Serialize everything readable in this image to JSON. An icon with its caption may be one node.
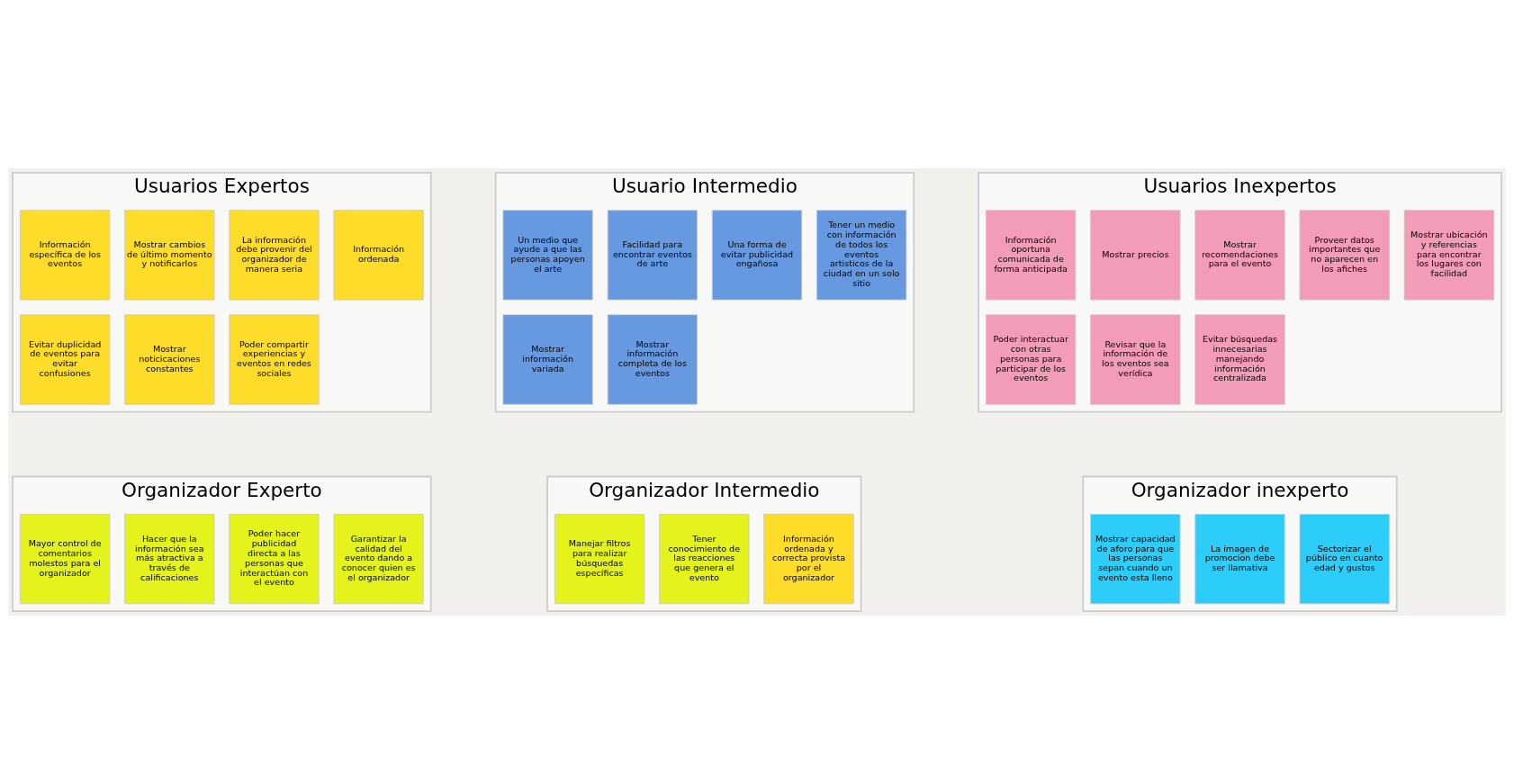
{
  "diagram": {
    "nodes": [
      {
        "text": [
          "Usuarios Expertos"
        ]
      },
      {
        "text": [
          "Información específica de los eventos"
        ],
        "in": 0
      },
      {
        "text": [
          "Mostrar cambios de último momento y notificarlos"
        ],
        "in": 0
      },
      {
        "text": [
          "La información debe provenir del organizador de manera seria"
        ],
        "in": 0
      },
      {
        "text": [
          "Información ordenada"
        ],
        "in": 0
      },
      {
        "text": [
          "Evitar duplicidad de eventos para evitar confusiones"
        ],
        "in": 0
      },
      {
        "text": [
          "Mostrar noticicaciones constantes"
        ],
        "in": 0
      },
      {
        "text": [
          "Poder compartir experiencias y eventos en redes sociales"
        ],
        "in": 0
      },
      {
        "text": [
          "Usuario Intermedio"
        ]
      },
      {
        "text": [
          "Un medio que ayude a que las personas apoyen el arte"
        ],
        "in": 8
      },
      {
        "text": [
          "Facilidad para encontrar eventos de arte"
        ],
        "in": 8
      },
      {
        "text": [
          "Una forma de evitar publicidad engañosa"
        ],
        "in": 8
      },
      {
        "text": [
          "Tener un medio con información de todos los eventos artisticos de la ciudad en un solo sitio"
        ],
        "in": 8
      },
      {
        "text": [
          "Mostrar información variada"
        ],
        "in": 8
      },
      {
        "text": [
          "Mostrar información completa de los eventos"
        ],
        "in": 8
      },
      {
        "text": [
          "Usuarios Inexpertos"
        ]
      },
      {
        "text": [
          "Información oportuna comunicada de forma anticipada"
        ],
        "in": 15
      },
      {
        "text": [
          "Mostrar precios"
        ],
        "in": 15
      },
      {
        "text": [
          "Mostrar recomendaciones para el evento"
        ],
        "in": 15
      },
      {
        "text": [
          "Proveer datos importantes que no aparecen en los afiches"
        ],
        "in": 15
      },
      {
        "text": [
          "Mostrar ubicación y referencias para encontrar los lugares con facilidad"
        ],
        "in": 15
      },
      {
        "text": [
          "Poder interactuar con otras personas para participar de los eventos"
        ],
        "in": 15
      },
      {
        "text": [
          "Revisar que la información de los eventos sea verídica"
        ],
        "in": 15
      },
      {
        "text": [
          "Evitar búsquedas innecesarias manejando información centralizada"
        ],
        "in": 15
      },
      {
        "text": [
          "Organizador Experto"
        ]
      },
      {
        "text": [
          "Mayor control de comentarios molestos para el organizador"
        ],
        "in": 24
      },
      {
        "text": [
          "Hacer que la información sea más atractiva a través de calificaciones"
        ],
        "in": 24
      },
      {
        "text": [
          "Poder hacer publicidad directa a las personas que interactúan con el evento"
        ],
        "in": 24
      },
      {
        "text": [
          "Garantizar la calidad del evento dando a conocer quien es el organizador"
        ],
        "in": 24
      },
      {
        "text": [
          "Organizador Intermedio"
        ]
      },
      {
        "text": [
          "Manejar filtros para realizar búsquedas específicas"
        ],
        "in": 29
      },
      {
        "text": [
          "Tener conocimiento de las reacciones que genera el evento"
        ],
        "in": 29
      },
      {
        "text": [
          "Información ordenada y correcta provista por el organizador"
        ],
        "in": 29
      },
      {
        "text": [
          "Organizador inexperto"
        ]
      },
      {
        "text": [
          "Mostrar capacidad de aforo para que las personas sepan cuando un evento esta lleno"
        ],
        "in": 33
      },
      {
        "text": [
          "La imagen de promocion debe ser llamativa"
        ],
        "in": 33
      },
      {
        "text": [
          "Sectorizar el público en cuanto edad y gustos"
        ],
        "in": 33
      }
    ]
  }
}
